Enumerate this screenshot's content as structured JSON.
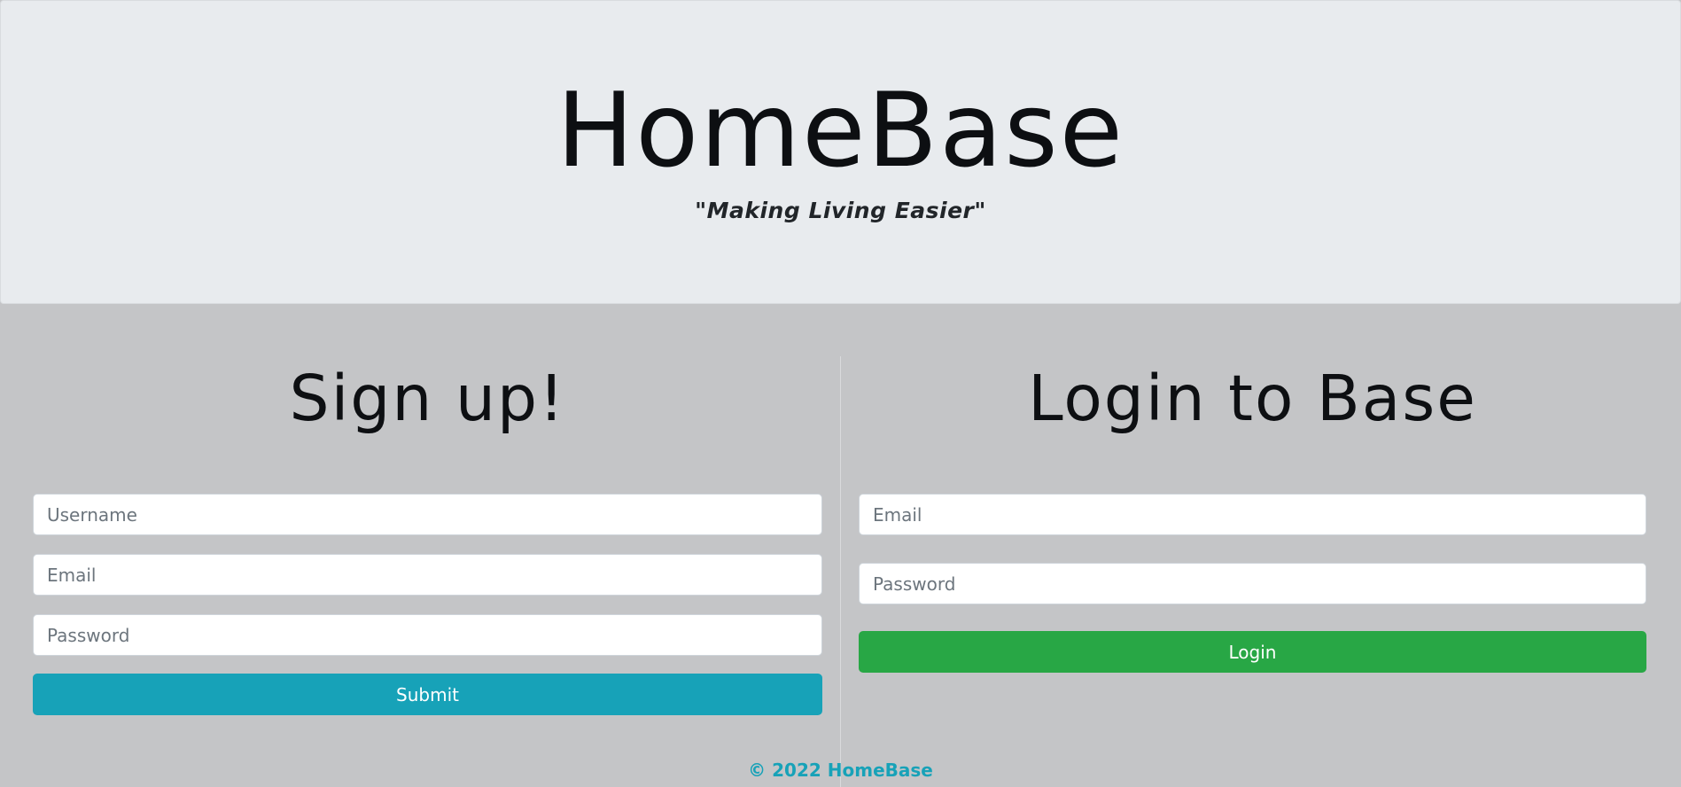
{
  "hero": {
    "title": "HomeBase",
    "tagline": "\"Making Living Easier\""
  },
  "signup": {
    "heading": "Sign up!",
    "username_placeholder": "Username",
    "email_placeholder": "Email",
    "password_placeholder": "Password",
    "submit_label": "Submit"
  },
  "login": {
    "heading": "Login to Base",
    "email_placeholder": "Email",
    "password_placeholder": "Password",
    "login_label": "Login"
  },
  "footer": {
    "text": "© 2022 HomeBase"
  },
  "colors": {
    "hero_bg": "#e8ebee",
    "page_bg": "#c4c5c7",
    "submit_button": "#17a2b8",
    "login_button": "#28a745",
    "footer_text": "#17a2b8"
  }
}
